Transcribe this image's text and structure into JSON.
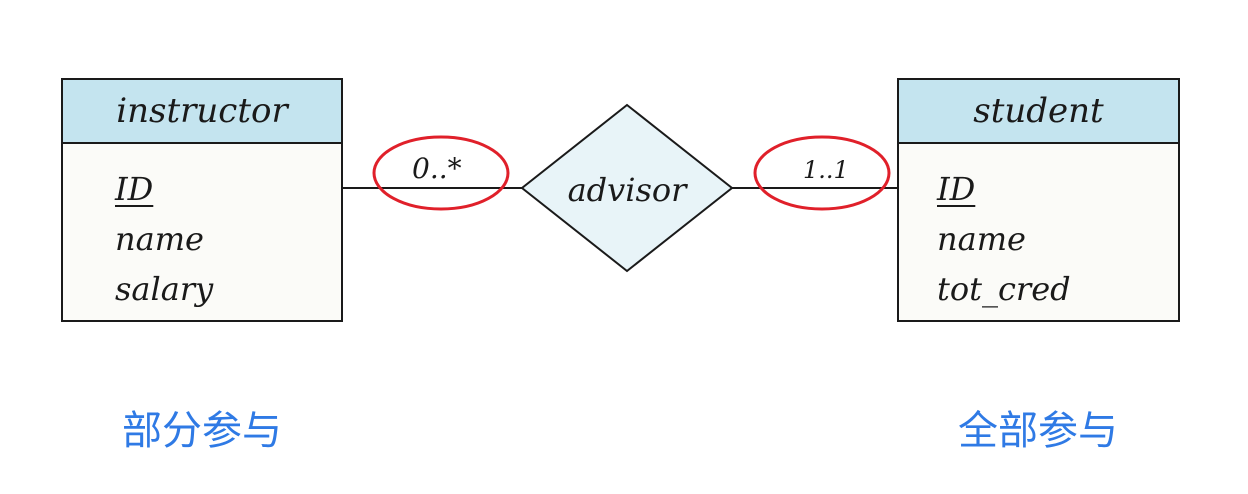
{
  "diagram": {
    "entities": [
      {
        "name": "instructor",
        "attributes": [
          {
            "label": "ID",
            "key": true
          },
          {
            "label": "name",
            "key": false
          },
          {
            "label": "salary",
            "key": false
          }
        ]
      },
      {
        "name": "student",
        "attributes": [
          {
            "label": "ID",
            "key": true
          },
          {
            "label": "name",
            "key": false
          },
          {
            "label": "tot_cred",
            "key": false
          }
        ]
      }
    ],
    "relationship": {
      "name": "advisor"
    },
    "cardinalities": {
      "instructor_side": "0..*",
      "student_side": "1..1"
    },
    "captions": {
      "left": "部分参与",
      "right": "全部参与"
    },
    "colors": {
      "header_fill": "#c4e4ef",
      "diamond_fill": "#e8f4f8",
      "highlight_ellipse": "#e0202a",
      "caption_text": "#2f7ae5"
    }
  }
}
